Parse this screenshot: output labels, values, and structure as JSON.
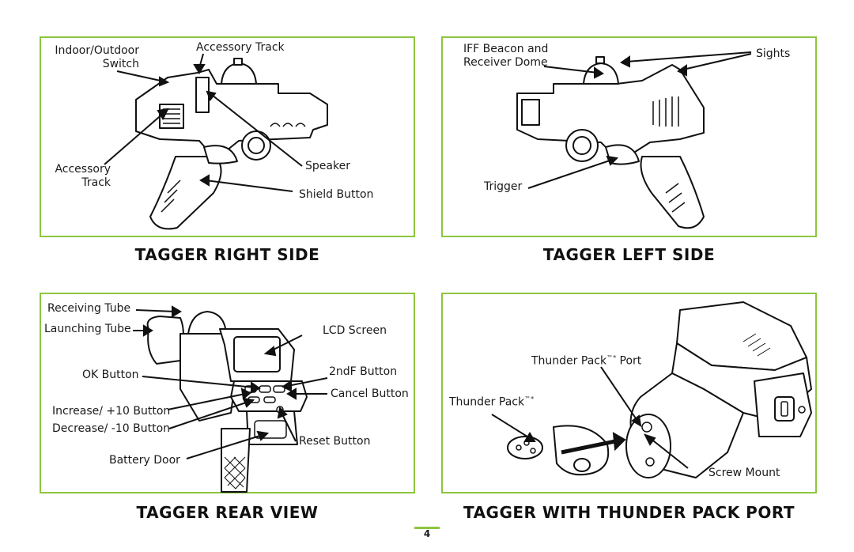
{
  "panels": {
    "right_side": {
      "caption": "TAGGER RIGHT SIDE",
      "labels": {
        "indoor_outdoor": "Indoor/Outdoor\nSwitch",
        "accessory_track_top": "Accessory Track",
        "accessory_track_left": "Accessory\nTrack",
        "speaker": "Speaker",
        "shield_button": "Shield Button"
      }
    },
    "left_side": {
      "caption": "TAGGER LEFT SIDE",
      "labels": {
        "iff_beacon": "IFF Beacon and\nReceiver Dome",
        "sights": "Sights",
        "trigger": "Trigger"
      }
    },
    "rear_view": {
      "caption": "TAGGER REAR VIEW",
      "labels": {
        "receiving_tube": "Receiving Tube",
        "launching_tube": "Launching Tube",
        "lcd_screen": "LCD Screen",
        "ok_button": "OK Button",
        "second_f_button": "2ndF Button",
        "cancel_button": "Cancel Button",
        "increase_button": "Increase/ +10 Button",
        "decrease_button": "Decrease/ -10 Button",
        "reset_button": "Reset Button",
        "battery_door": "Battery Door"
      }
    },
    "thunder_pack": {
      "caption": "TAGGER WITH THUNDER PACK PORT",
      "labels": {
        "port_text": "Thunder Pack",
        "port_mark": "™*",
        "port_suffix": " Port",
        "pack_text": "Thunder Pack",
        "pack_mark": "™*",
        "screw_mount": "Screw Mount"
      }
    }
  },
  "page_number": "4",
  "colors": {
    "panel_border": "#8dc63f",
    "text": "#1a1a1a"
  }
}
